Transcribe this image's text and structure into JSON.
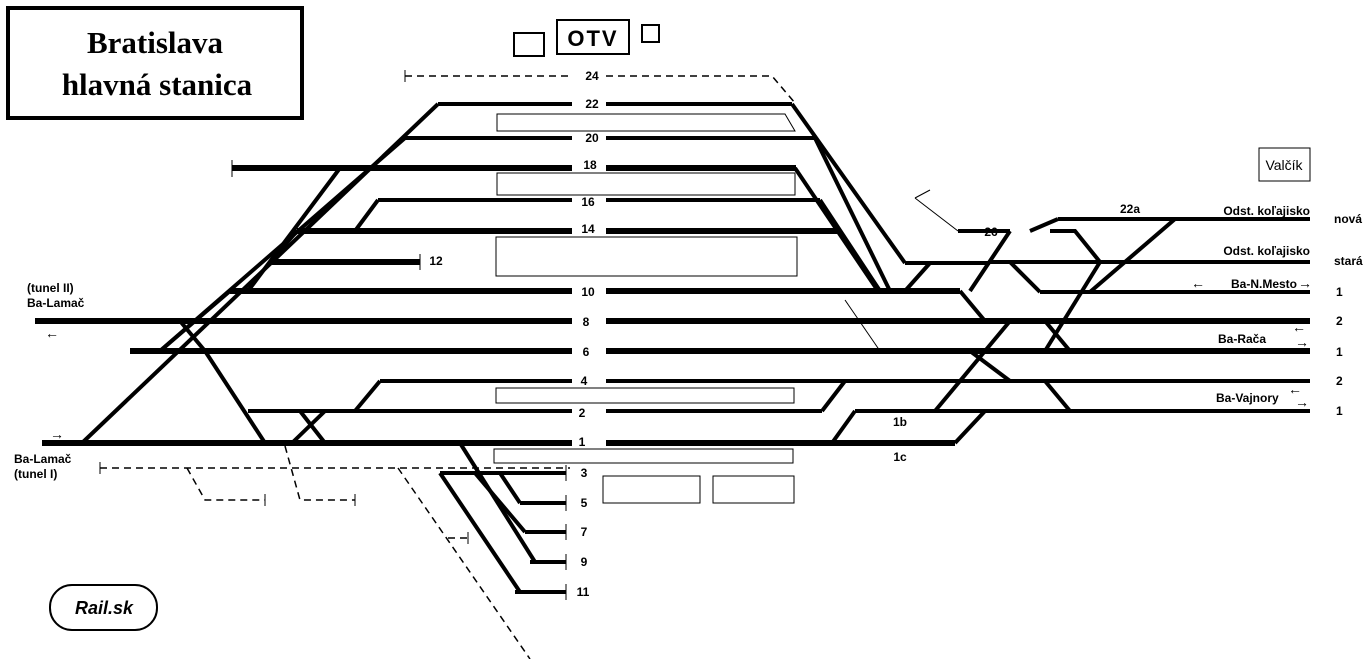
{
  "title": {
    "line1": "Bratislava",
    "line2": "hlavná stanica"
  },
  "otv": "OTV",
  "valcik": "Valčík",
  "logo": "Rail.sk",
  "tracks": {
    "t24": "24",
    "t22": "22",
    "t20": "20",
    "t18": "18",
    "t16": "16",
    "t14": "14",
    "t12": "12",
    "t10": "10",
    "t8": "8",
    "t6": "6",
    "t4": "4",
    "t2": "2",
    "t1": "1",
    "t3": "3",
    "t5": "5",
    "t7": "7",
    "t9": "9",
    "t11": "11",
    "t22a": "22a",
    "t26": "26",
    "t1b": "1b",
    "t1c": "1c"
  },
  "left": {
    "lamac_top_1": "(tunel II)",
    "lamac_top_2": "Ba-Lamač",
    "lamac_bot_1": "Ba-Lamač",
    "lamac_bot_2": "(tunel I)"
  },
  "right": {
    "odst_1": "Odst. koľajisko",
    "odst_2": "Odst. koľajisko",
    "nova": "nová",
    "stara": "stará",
    "nmesto": "Ba-N.Mesto",
    "raca": "Ba-Rača",
    "vajnory": "Ba-Vajnory",
    "n1": "1",
    "n2": "2",
    "n3": "1",
    "n4": "2",
    "n5": "1"
  },
  "arrows": {
    "right": "→",
    "left": "←"
  }
}
